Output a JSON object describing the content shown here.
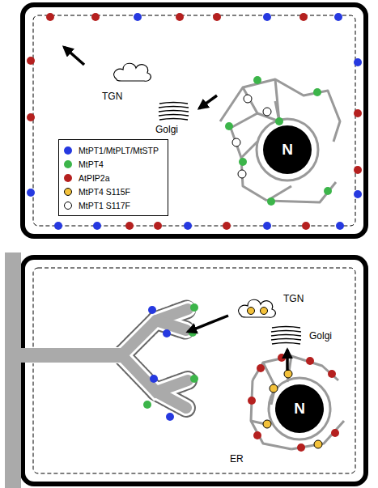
{
  "diagram": {
    "nodes": [
      {
        "text": [
          "N"
        ]
      },
      {
        "text": [
          "N"
        ]
      }
    ],
    "labels": [
      "TGN",
      "Golgi",
      "TGN",
      "Golgi",
      "ER"
    ],
    "legend": [
      {
        "text": "MtPT1/MtPLT/MtSTP",
        "color": "#2639e0"
      },
      {
        "text": "MtPT4",
        "color": "#3cb54a"
      },
      {
        "text": "AtPIP2a",
        "color": "#b5201f"
      },
      {
        "text": "MtPT4 S115F",
        "color": "#f3c13a"
      },
      {
        "text": "MtPT1 S117F",
        "color": "#ffffff"
      }
    ]
  }
}
